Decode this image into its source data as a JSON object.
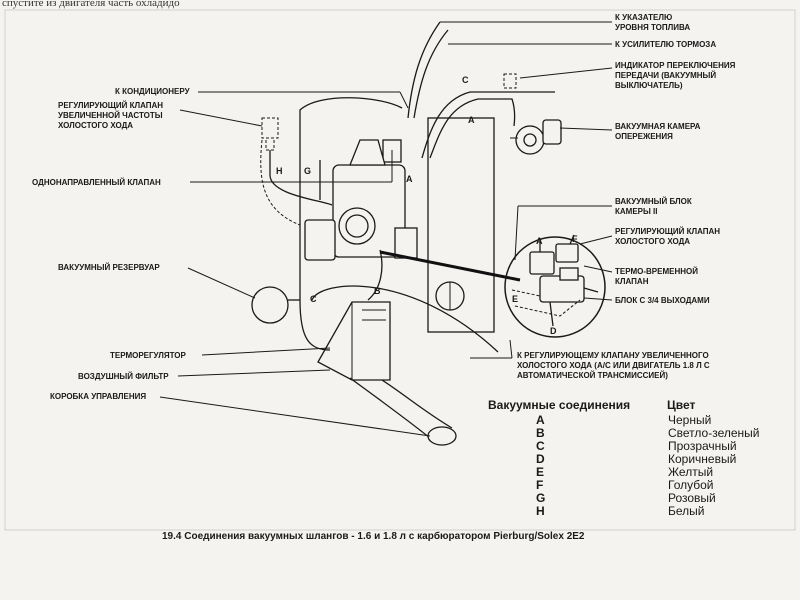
{
  "top_note": "спустите из двигателя  часть охладидо",
  "labels": {
    "fuel_level": [
      "К УКАЗАТЕЛЮ",
      "УРОВНЯ ТОПЛИВА"
    ],
    "brake_booster": "К УСИЛИТЕЛЮ ТОРМОЗА",
    "gear_indicator": [
      "ИНДИКАТОР ПЕРЕКЛЮЧЕНИЯ",
      "ПЕРЕДАЧИ (ВАКУУМНЫЙ",
      "ВЫКЛЮЧАТЕЛЬ)"
    ],
    "ac": "К КОНДИЦИОНЕРУ",
    "idle_valve": [
      "РЕГУЛИРУЮЩИЙ КЛАПАН",
      "УВЕЛИЧЕННОЙ ЧАСТОТЫ",
      "ХОЛОСТОГО ХОДА"
    ],
    "advance_chamber": [
      "ВАКУУМНАЯ КАМЕРА",
      "ОПЕРЕЖЕНИЯ"
    ],
    "check_valve": "ОДНОНАПРАВЛЕННЫЙ КЛАПАН",
    "vacuum_block": [
      "ВАКУУМНЫЙ БЛОК",
      "КАМЕРЫ II"
    ],
    "idle_control_valve": [
      "РЕГУЛИРУЮЩИЙ КЛАПАН",
      "ХОЛОСТОГО ХОДА"
    ],
    "vacuum_reservoir": "ВАКУУМНЫЙ РЕЗЕРВУАР",
    "thermo_time_valve": [
      "ТЕРМО-ВРЕМЕННОЙ",
      "КЛАПАН"
    ],
    "block_3_4": "БЛОК С 3/4 ВЫХОДАМИ",
    "thermoregulator": "ТЕРМОРЕГУЛЯТОР",
    "to_idle_valve_ac": [
      "К РЕГУЛИРУЮЩЕМУ КЛАПАНУ УВЕЛИЧЕННОГО",
      "ХОЛОСТОГО ХОДА (A/C ИЛИ ДВИГАТЕЛЬ 1.8 Л С",
      "АВТОМАТИЧЕСКОЙ ТРАНСМИССИЕЙ)"
    ],
    "air_filter": "ВОЗДУШНЫЙ ФИЛЬТР",
    "control_box": "КОРОБКА УПРАВЛЕНИЯ"
  },
  "hose_letters": [
    "A",
    "B",
    "C",
    "D",
    "E",
    "F",
    "G",
    "H"
  ],
  "legend": {
    "title": "Вакуумные  соединения",
    "color_header": "Цвет",
    "rows": [
      {
        "letter": "A",
        "color": "Черный"
      },
      {
        "letter": "B",
        "color": "Светло-зеленый"
      },
      {
        "letter": "C",
        "color": "Прозрачный"
      },
      {
        "letter": "D",
        "color": "Коричневый"
      },
      {
        "letter": "E",
        "color": "Желтый"
      },
      {
        "letter": "F",
        "color": "Голубой"
      },
      {
        "letter": "G",
        "color": "Розовый"
      },
      {
        "letter": "H",
        "color": "Белый"
      }
    ]
  },
  "caption": "19.4 Соединения вакуумных шлангов - 1.6 и 1.8 л с карбюратором Pierburg/Solex 2E2"
}
